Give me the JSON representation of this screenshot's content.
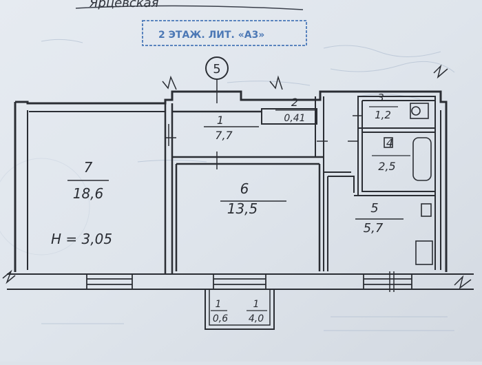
{
  "header": {
    "top_handwriting": "Ярцевская",
    "stamp": "2 ЭТАЖ. ЛИТ. «А3»"
  },
  "axis_marker": "5",
  "rooms": [
    {
      "id": "7",
      "area": "18,6"
    },
    {
      "id": "1",
      "area": "7,7"
    },
    {
      "id": "2",
      "area": "0,41"
    },
    {
      "id": "6",
      "area": "13,5"
    },
    {
      "id": "3",
      "area": "1,2"
    },
    {
      "id": "4",
      "area": "2,5"
    },
    {
      "id": "5",
      "area": "5,7"
    }
  ],
  "height_note": "H = 3,05",
  "balcony": [
    {
      "id": "1",
      "area": "0,6"
    },
    {
      "id": "1",
      "area": "4,0"
    }
  ],
  "colors": {
    "paper": "#dfe5ec",
    "ink": "#2a2d33",
    "stamp_ink": "#4c78b5",
    "faint_print": "#9fb0c8"
  }
}
